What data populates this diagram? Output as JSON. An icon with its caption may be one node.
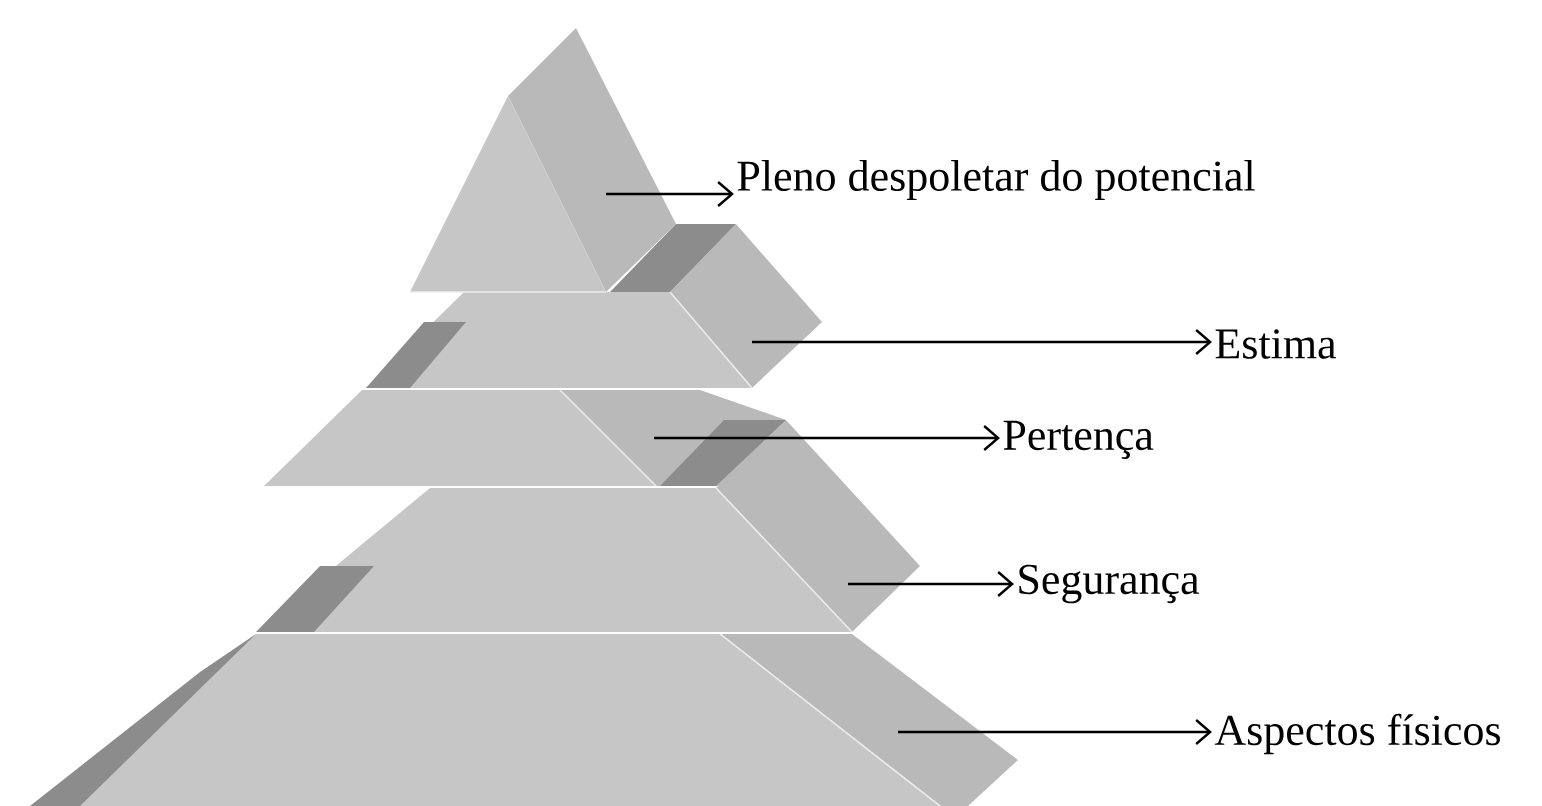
{
  "diagram": {
    "nodes": [
      {
        "text": [],
        "shape": "triangle"
      },
      {
        "text": [],
        "shape": "trapezoid"
      },
      {
        "text": [],
        "shape": "trapezoid"
      },
      {
        "text": [],
        "shape": "trapezoid"
      },
      {
        "text": [],
        "shape": "trapezoid"
      },
      {
        "text": [
          "Pleno despoletar do potencial"
        ]
      },
      {
        "text": [
          "Estima"
        ]
      },
      {
        "text": [
          "Pertença"
        ]
      },
      {
        "text": [
          "Segurança"
        ]
      },
      {
        "text": [
          "Aspectos físicos"
        ]
      }
    ],
    "edges": [
      {
        "from": 0,
        "to": 5,
        "arrow": "to"
      },
      {
        "from": 1,
        "to": 6,
        "arrow": "to"
      },
      {
        "from": 2,
        "to": 7,
        "arrow": "to"
      },
      {
        "from": 3,
        "to": 8,
        "arrow": "to"
      },
      {
        "from": 4,
        "to": 9,
        "arrow": "to"
      }
    ]
  }
}
